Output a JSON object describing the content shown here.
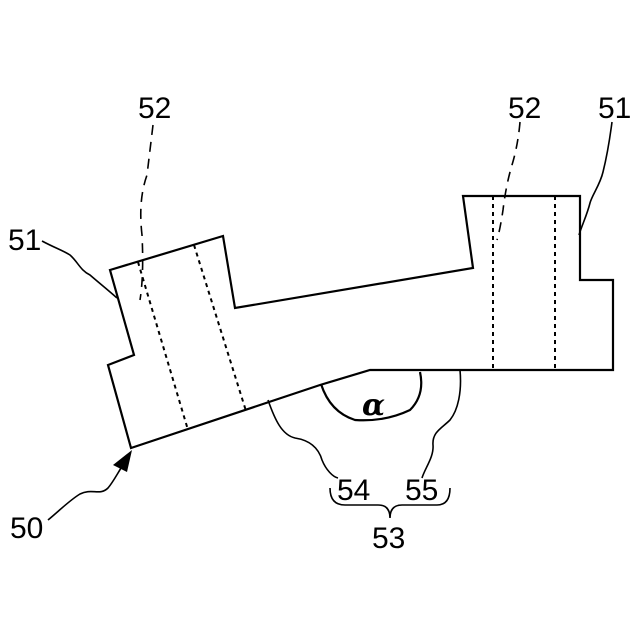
{
  "labels": {
    "ref_50": "50",
    "ref_51_left": "51",
    "ref_51_right": "51",
    "ref_52_left": "52",
    "ref_52_right": "52",
    "ref_53": "53",
    "ref_54": "54",
    "ref_55": "55",
    "angle": "α"
  }
}
